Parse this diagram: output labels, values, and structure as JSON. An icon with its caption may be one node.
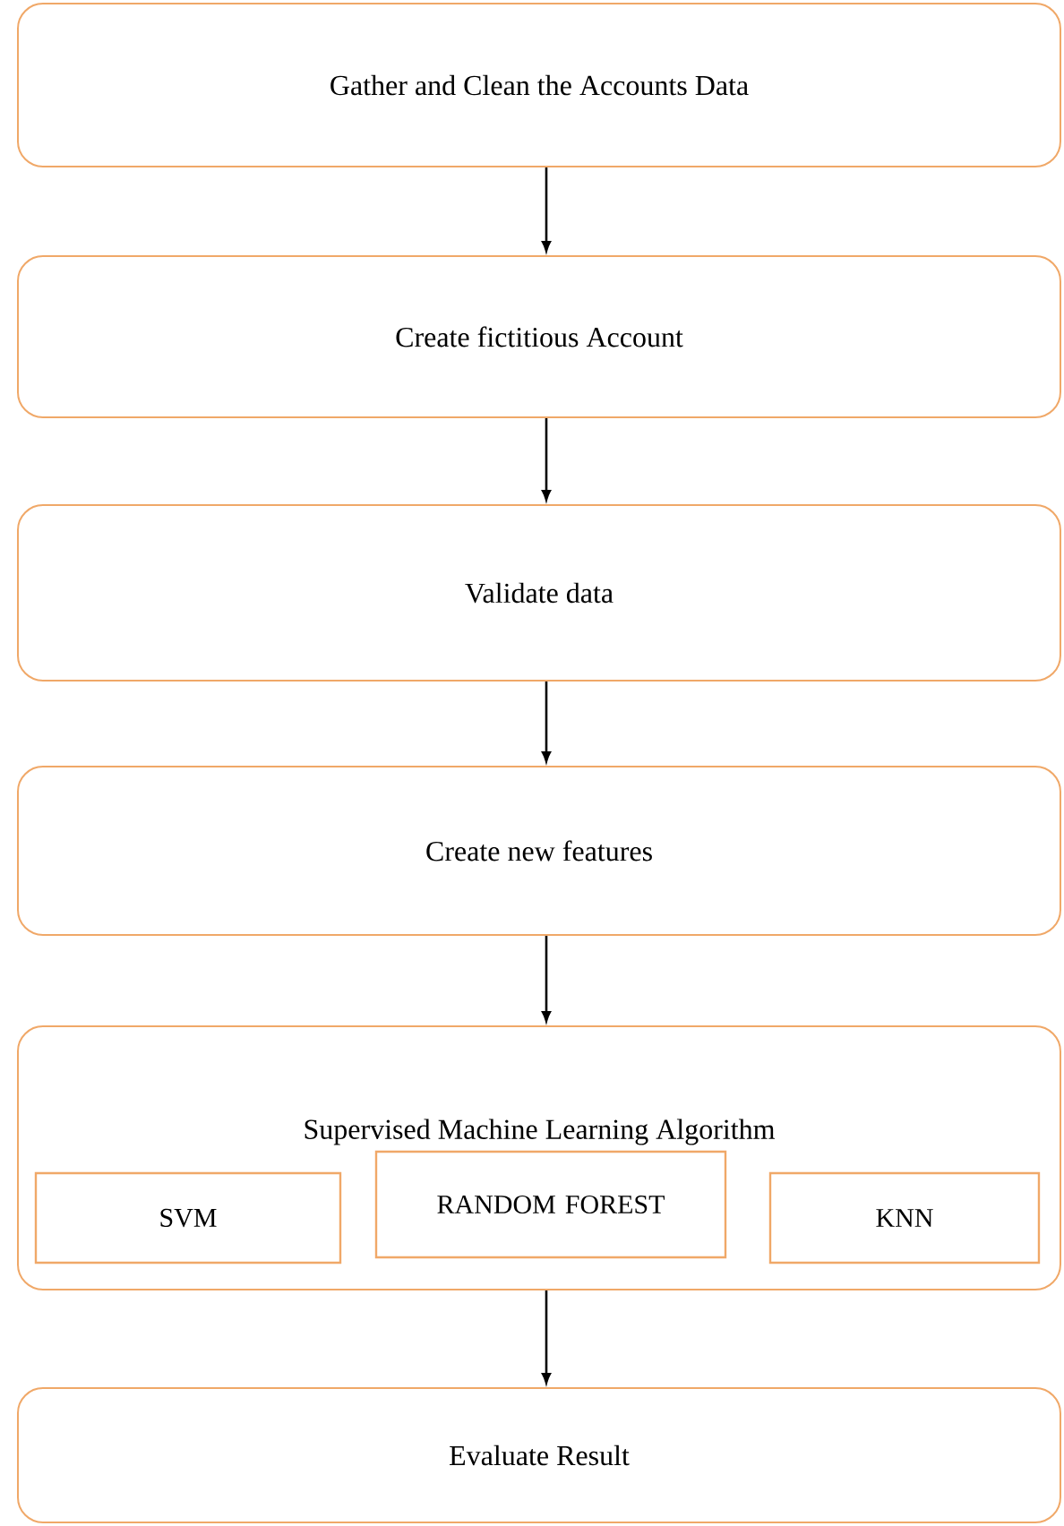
{
  "diagram": {
    "nodes": [
      {
        "text": [
          "Gather and Clean the Accounts Data"
        ]
      },
      {
        "text": [
          "Create fictitious Account"
        ]
      },
      {
        "text": [
          "Validate data"
        ]
      },
      {
        "text": [
          "Create new features"
        ]
      },
      {
        "text": [
          "Supervised Machine Learning Algorithm"
        ]
      },
      {
        "text": [
          "SVM"
        ],
        "in": 4
      },
      {
        "text": [
          "RANDOM FOREST"
        ],
        "in": 4
      },
      {
        "text": [
          "KNN"
        ],
        "in": 4
      },
      {
        "text": [
          "Evaluate Result"
        ]
      }
    ],
    "edges": [
      {
        "from": 0,
        "to": 1,
        "arrow": "to"
      },
      {
        "from": 1,
        "to": 2,
        "arrow": "to"
      },
      {
        "from": 2,
        "to": 3,
        "arrow": "to"
      },
      {
        "from": 3,
        "to": 4,
        "arrow": "to"
      },
      {
        "from": 4,
        "to": 8,
        "arrow": "to"
      }
    ]
  }
}
